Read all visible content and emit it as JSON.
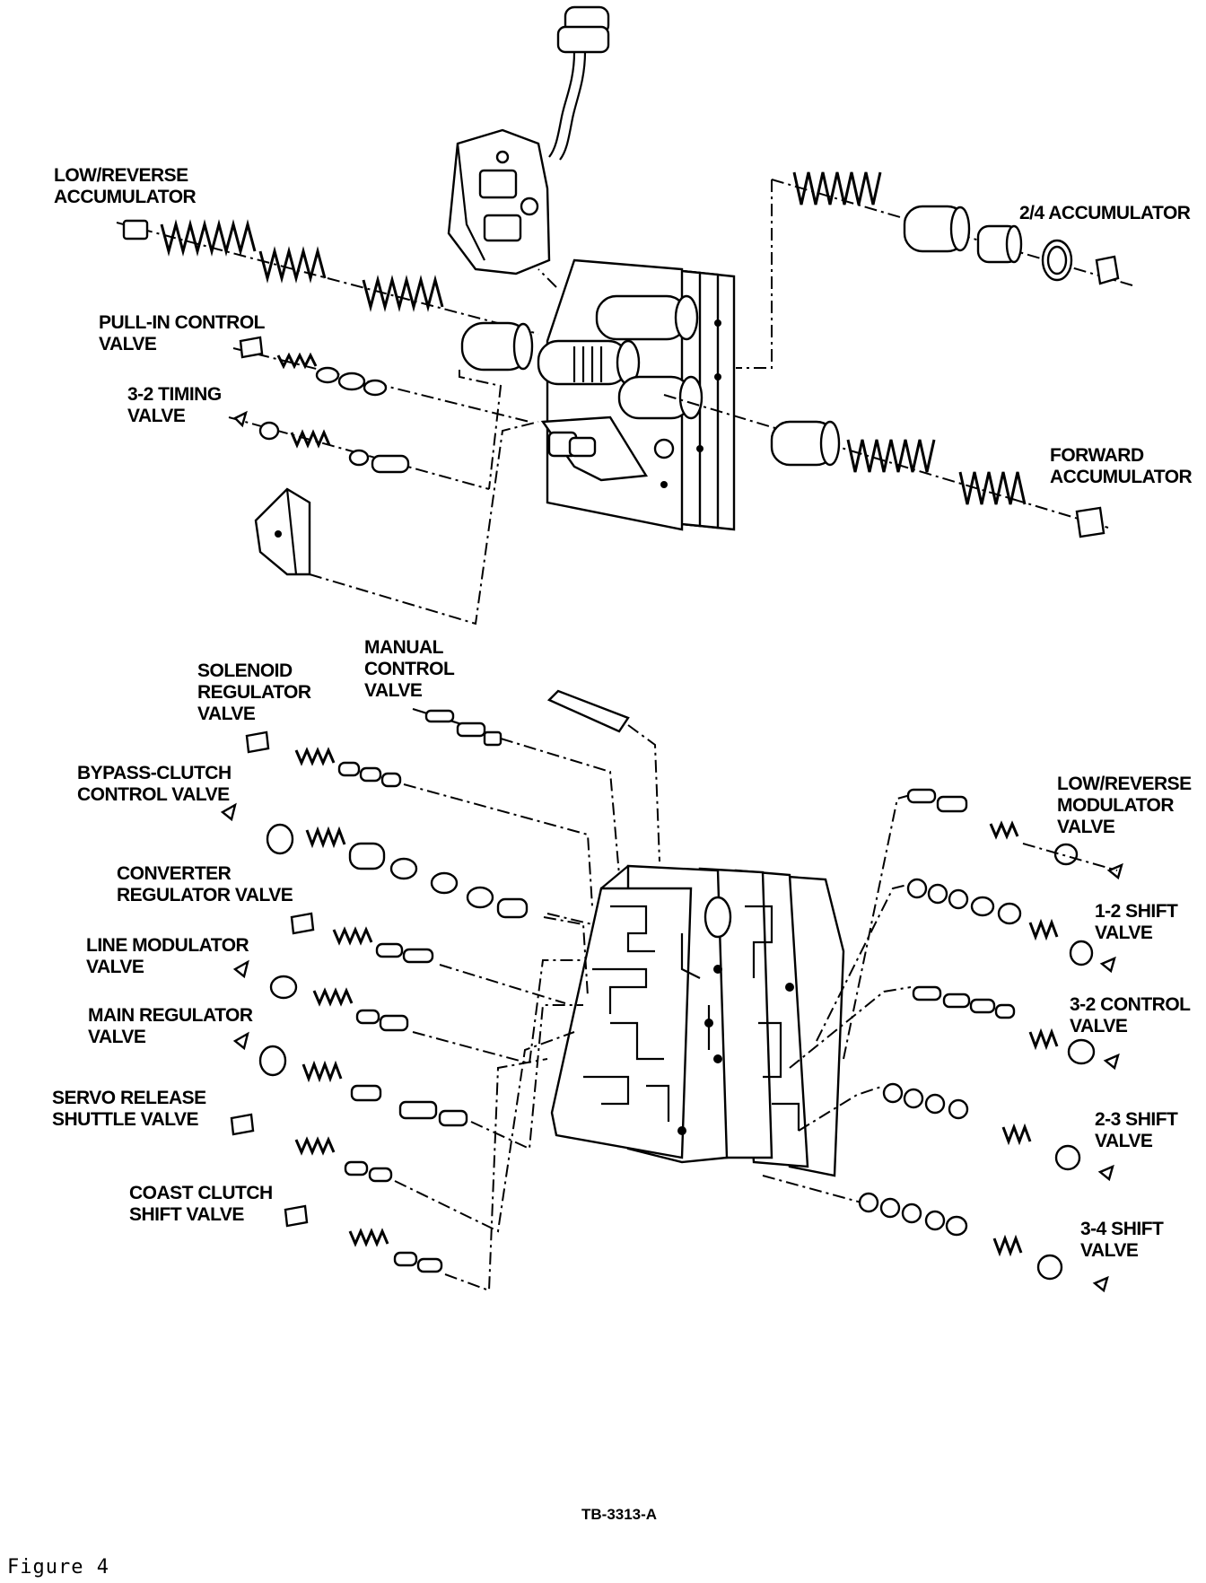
{
  "labels": {
    "low_reverse_accumulator": [
      "LOW/REVERSE",
      "ACCUMULATOR"
    ],
    "accumulator_2_4": [
      "2/4 ACCUMULATOR"
    ],
    "pull_in_control_valve": [
      "PULL-IN CONTROL",
      "VALVE"
    ],
    "timing_valve_3_2": [
      "3-2 TIMING",
      "VALVE"
    ],
    "forward_accumulator": [
      "FORWARD",
      "ACCUMULATOR"
    ],
    "solenoid_regulator_valve": [
      "SOLENOID",
      "REGULATOR",
      "VALVE"
    ],
    "manual_control_valve": [
      "MANUAL",
      "CONTROL",
      "VALVE"
    ],
    "bypass_clutch_control_valve": [
      "BYPASS-CLUTCH",
      "CONTROL VALVE"
    ],
    "converter_regulator_valve": [
      "CONVERTER",
      "REGULATOR VALVE"
    ],
    "line_modulator_valve": [
      "LINE MODULATOR",
      "VALVE"
    ],
    "main_regulator_valve": [
      "MAIN REGULATOR",
      "VALVE"
    ],
    "servo_release_shuttle_valve": [
      "SERVO RELEASE",
      "SHUTTLE VALVE"
    ],
    "coast_clutch_shift_valve": [
      "COAST CLUTCH",
      "SHIFT VALVE"
    ],
    "low_reverse_modulator_valve": [
      "LOW/REVERSE",
      "MODULATOR",
      "VALVE"
    ],
    "shift_valve_1_2": [
      "1-2 SHIFT",
      "VALVE"
    ],
    "control_valve_3_2": [
      "3-2 CONTROL",
      "VALVE"
    ],
    "shift_valve_2_3": [
      "2-3 SHIFT",
      "VALVE"
    ],
    "shift_valve_3_4": [
      "3-4 SHIFT",
      "VALVE"
    ]
  },
  "drawing_code": "TB-3313-A",
  "figure_caption": "Figure 4"
}
